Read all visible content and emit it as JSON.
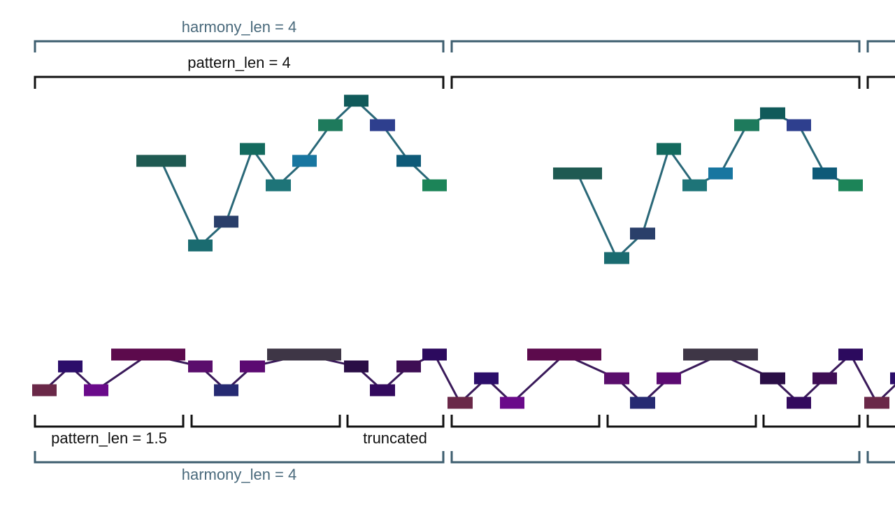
{
  "labels": {
    "top_harmony": "harmony_len = 4",
    "top_pattern": "pattern_len = 4",
    "bottom_pattern": "pattern_len = 1.5",
    "truncated": "truncated",
    "bottom_harmony": "harmony_len = 4"
  },
  "colors": {
    "harmony_bracket": "#3d5e6f",
    "pattern_bracket": "#111111",
    "harmony_text": "#4a6a7c",
    "label_text": "#111111",
    "upper_line": "#2a6878",
    "lower_line": "#3a1a5a"
  },
  "upper_melody": [
    {
      "color": "#1f5a52"
    },
    {
      "color": "#1a6b70"
    },
    {
      "color": "#2a3f6a"
    },
    {
      "color": "#136a5e"
    },
    {
      "color": "#1e7478"
    },
    {
      "color": "#1876a0"
    },
    {
      "color": "#1e7a5c"
    },
    {
      "color": "#105a5a"
    },
    {
      "color": "#2e3f8e"
    },
    {
      "color": "#0e5a78"
    },
    {
      "color": "#1c8458"
    }
  ],
  "lower_melody": [
    {
      "color": "#6a2848"
    },
    {
      "color": "#2c0e6a"
    },
    {
      "color": "#6a0a8a"
    },
    {
      "color": "#5c0a4c"
    },
    {
      "color": "#5a0e6c"
    },
    {
      "color": "#262a72"
    },
    {
      "color": "#5c0a72"
    },
    {
      "color": "#3e3646"
    },
    {
      "color": "#2a0e46"
    },
    {
      "color": "#330a5e"
    },
    {
      "color": "#3e0e54"
    },
    {
      "color": "#2c0a5e"
    }
  ]
}
